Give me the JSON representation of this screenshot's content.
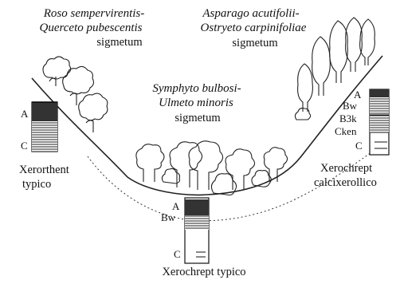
{
  "communities": {
    "left": {
      "line1": "Roso sempervirentis-",
      "line2": "Querceto pubescentis",
      "line3": "sigmetum"
    },
    "right": {
      "line1": "Asparago acutifolii-",
      "line2": "Ostryeto carpinifoliae",
      "line3": "sigmetum"
    },
    "center": {
      "line1": "Symphyto bulbosi-",
      "line2": "Ulmeto minoris",
      "line3": "sigmetum"
    }
  },
  "soils": {
    "left": {
      "name_line1": "Xerorthent",
      "name_line2": "typico",
      "horizons": [
        "A",
        "C"
      ]
    },
    "right": {
      "name_line1": "Xerochrept",
      "name_line2": "calcixerollico",
      "horizons": [
        "A",
        "Bw",
        "B3k",
        "Cken",
        "C"
      ]
    },
    "bottom": {
      "name": "Xerochrept typico",
      "horizons": [
        "A",
        "Bw",
        "C"
      ]
    }
  }
}
